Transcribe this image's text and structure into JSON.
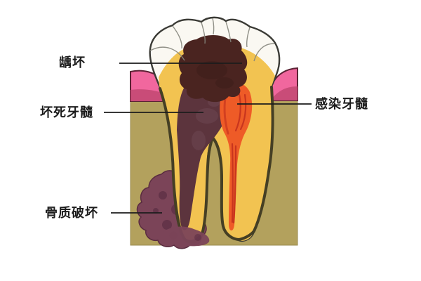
{
  "diagram": {
    "title": "tooth-decay-cross-section",
    "labels": {
      "caries": "龋坏",
      "necrotic_pulp": "坏死牙髓",
      "infected_pulp": "感染牙髓",
      "bone_destruction": "骨质破坏"
    },
    "colors": {
      "background": "#ffffff",
      "bone": "#b3a15d",
      "bone_lesion": "#7b4458",
      "lesion_spot": "#5d2f44",
      "gum": "#f1679e",
      "gum_shade": "#c94c78",
      "enamel": "#faf8f2",
      "dentin": "#f2c351",
      "caries": "#4a2420",
      "caries_spot": "#3c1d1a",
      "necrotic_pulp": "#5c343d",
      "necrotic_spot": "#6b4550",
      "infected_pulp": "#ee5b27",
      "infected_streak": "#c22f1d",
      "ligament": "#453f24",
      "leader_line": "#1c1c1c",
      "text": "#1b1b1b"
    }
  }
}
